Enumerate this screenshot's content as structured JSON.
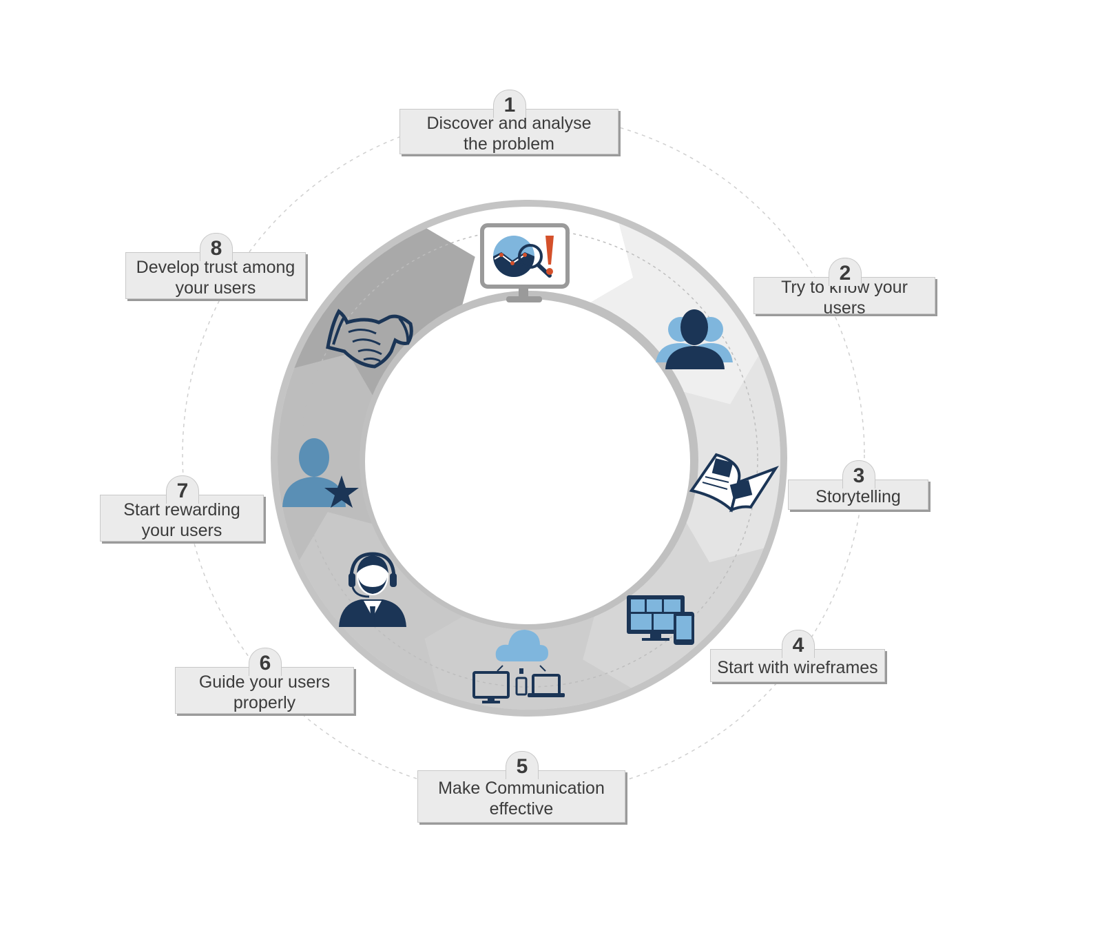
{
  "steps": [
    {
      "num": "1",
      "label": "Discover and analyse\nthe problem",
      "icon": "monitor-analytics-icon"
    },
    {
      "num": "2",
      "label": "Try to know your users",
      "icon": "users-group-icon"
    },
    {
      "num": "3",
      "label": "Storytelling",
      "icon": "open-book-icon"
    },
    {
      "num": "4",
      "label": "Start with wireframes",
      "icon": "devices-wireframe-icon"
    },
    {
      "num": "5",
      "label": "Make Communication\neffective",
      "icon": "cloud-network-icon"
    },
    {
      "num": "6",
      "label": "Guide your users\nproperly",
      "icon": "support-agent-icon"
    },
    {
      "num": "7",
      "label": "Start rewarding\nyour users",
      "icon": "user-star-icon"
    },
    {
      "num": "8",
      "label": "Develop trust among\nyour users",
      "icon": "handshake-icon"
    }
  ],
  "colors": {
    "navy": "#1b3556",
    "light_blue": "#7fb6dd",
    "mid_blue": "#5a8fb5",
    "accent_red": "#d4502a",
    "box_fill": "#ebebeb",
    "text": "#3b3b3b"
  }
}
